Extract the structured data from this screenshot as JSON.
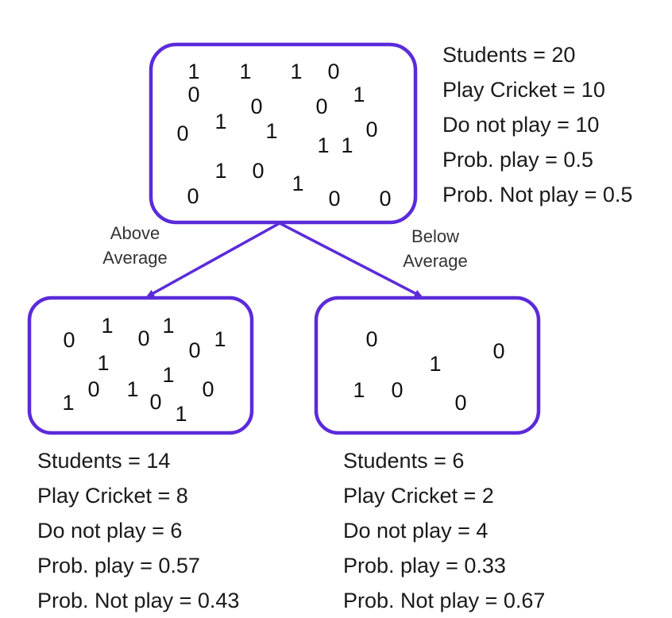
{
  "colors": {
    "node_border": "#5b2bd9",
    "edge": "#5b2bd9",
    "text": "#1a1a1a"
  },
  "nodes": {
    "root": {
      "digits": [
        "1",
        "1",
        "1",
        "0",
        "0",
        "1",
        "0",
        "0",
        "1",
        "1",
        "0",
        "1",
        "1",
        "0",
        "1",
        "0",
        "1",
        "0",
        "0",
        "0"
      ],
      "stats": [
        "Students = 20",
        "Play Cricket = 10",
        "Do not play = 10",
        "Prob. play = 0.5",
        "Prob. Not play = 0.5"
      ]
    },
    "above": {
      "digits": [
        "0",
        "1",
        "0",
        "1",
        "0",
        "1",
        "1",
        "1",
        "1",
        "0",
        "1",
        "0",
        "1",
        "0"
      ],
      "stats": [
        "Students = 14",
        "Play Cricket = 8",
        "Do not play = 6",
        "Prob. play = 0.57",
        "Prob. Not play = 0.43"
      ]
    },
    "below": {
      "digits": [
        "0",
        "0",
        "1",
        "1",
        "0",
        "0"
      ],
      "stats": [
        "Students = 6",
        "Play Cricket = 2",
        "Do not play = 4",
        "Prob. play = 0.33",
        "Prob. Not play = 0.67"
      ]
    }
  },
  "edges": {
    "left": {
      "label_lines": [
        "Above",
        "Average"
      ]
    },
    "right": {
      "label_lines": [
        "Below",
        "Average"
      ]
    }
  }
}
